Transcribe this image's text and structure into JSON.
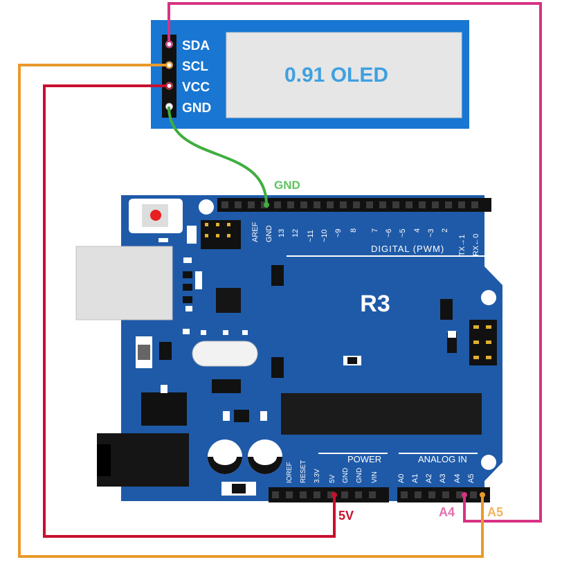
{
  "oled": {
    "display_label": "0.91 OLED",
    "pins": [
      "SDA",
      "SCL",
      "VCC",
      "GND"
    ]
  },
  "board": {
    "name": "R3",
    "header_top": [
      "AREF",
      "GND",
      "13",
      "12",
      "~11",
      "~10",
      "~9",
      "8",
      "7",
      "~6",
      "~5",
      "4",
      "~3",
      "2",
      "TX→1",
      "RX←0"
    ],
    "digital_label": "DIGITAL (PWM)",
    "power_label": "POWER",
    "analog_label": "ANALOG IN",
    "power_pins": [
      "IOREF",
      "RESET",
      "3.3V",
      "5V",
      "GND",
      "GND",
      "VIN"
    ],
    "analog_pins": [
      "A0",
      "A1",
      "A2",
      "A3",
      "A4",
      "A5"
    ]
  },
  "wire_labels": {
    "gnd": "GND",
    "five_v": "5V",
    "a4": "A4",
    "a5": "A5"
  },
  "colors": {
    "sda_wire": "#d63384",
    "scl_wire": "#e99a2b",
    "vcc_wire": "#c8102e",
    "gnd_wire": "#3fae3f",
    "board": "#1f5aa8",
    "oled_board": "#1976d2",
    "oled_screen": "#e6e6e6",
    "oled_text": "#3ea0e0"
  }
}
